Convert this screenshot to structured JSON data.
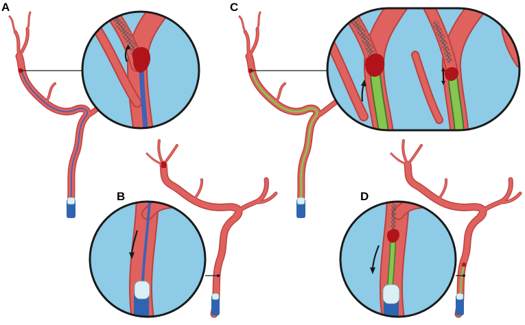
{
  "panels": [
    {
      "id": "A",
      "label": "A"
    },
    {
      "id": "B",
      "label": "B"
    },
    {
      "id": "C",
      "label": "C"
    },
    {
      "id": "D",
      "label": "D"
    }
  ],
  "colors": {
    "artery": "#e0625f",
    "artery_edge": "#b9423f",
    "artery_dark": "#c84a47",
    "magnifier_fill": "#8dcbe7",
    "magnifier_border": "#1a1a1a",
    "microcatheter": "#3f62b6",
    "aspiration_catheter": "#86c64f",
    "thrombus": "#b0141a",
    "guide_catheter": "#2f64b0",
    "balloon": "#dbeff6",
    "stent_mesh": "#555555",
    "arrow": "#1a1a1a"
  },
  "icons": {
    "thrombus": "clot-icon",
    "stent": "stent-retriever-icon",
    "arrow": "direction-arrow-icon"
  }
}
